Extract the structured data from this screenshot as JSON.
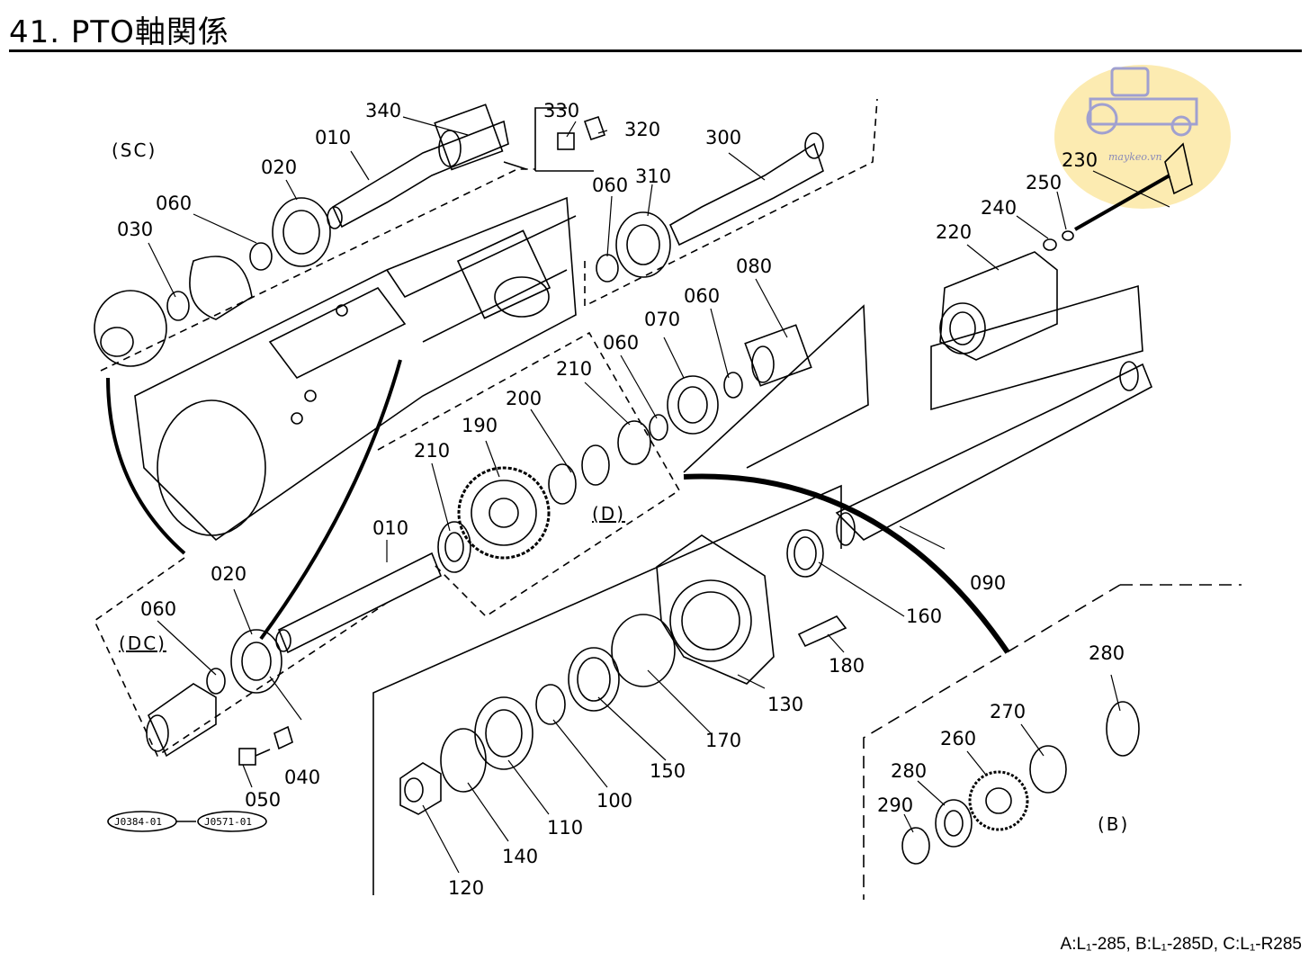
{
  "title": "41. PTO軸関係",
  "footer": "A:L₁-285, B:L₁-285D, C:L₁-R285",
  "watermark": {
    "text": "maykeo.vn",
    "icon": "tractor-icon",
    "color": "#fbe7a3"
  },
  "groups": {
    "sc": "(SC)",
    "dc": "(DC)",
    "d": "(D)",
    "b": "(B)"
  },
  "refs": {
    "from": "J0384-01",
    "to": "J0571-01"
  },
  "callouts": {
    "p340": "340",
    "p330": "330",
    "p320": "320",
    "p300": "300",
    "p310": "310",
    "p010a": "010",
    "p020a": "020",
    "p060a": "060",
    "p030": "030",
    "p060b": "060",
    "p230": "230",
    "p250": "250",
    "p240": "240",
    "p220": "220",
    "p080": "080",
    "p060c": "060",
    "p070": "070",
    "p060d": "060",
    "p210a": "210",
    "p200": "200",
    "p190": "190",
    "p210b": "210",
    "p010b": "010",
    "p020b": "020",
    "p060e": "060",
    "p040": "040",
    "p050": "050",
    "p090": "090",
    "p160": "160",
    "p180": "180",
    "p130": "130",
    "p170": "170",
    "p150": "150",
    "p100": "100",
    "p110": "110",
    "p140": "140",
    "p120": "120",
    "p280a": "280",
    "p270": "270",
    "p260": "260",
    "p280b": "280",
    "p290": "290"
  }
}
